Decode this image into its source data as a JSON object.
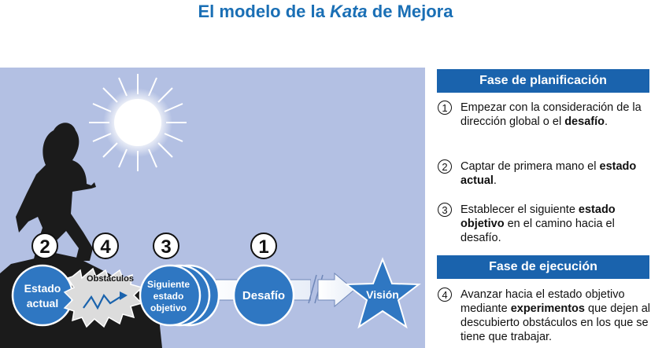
{
  "title": {
    "before": "El modelo de la ",
    "italic": "Kata",
    "after": " de Mejora"
  },
  "diagram": {
    "badges": {
      "n2": "2",
      "n4": "4",
      "n3": "3",
      "n1": "1"
    },
    "estado_actual": {
      "line1": "Estado",
      "line2": "actual"
    },
    "obstaculos": "Obstáculos",
    "siguiente": {
      "line1": "Siguiente",
      "line2": "estado",
      "line3": "objetivo"
    },
    "desafio": "Desafío",
    "vision": "Visión"
  },
  "planning": {
    "header": "Fase de planificación",
    "step1": {
      "num": "1",
      "a": "Empezar con la consideración de la dirección global o el ",
      "b": "desafío",
      "c": "."
    },
    "step2": {
      "num": "2",
      "a": "Captar de primera mano el ",
      "b": "estado actual",
      "c": "."
    },
    "step3": {
      "num": "3",
      "a": "Establecer el siguiente ",
      "b": "estado objetivo",
      "c": " en el camino hacia el desafío."
    }
  },
  "execution": {
    "header": "Fase de ejecución",
    "step4": {
      "num": "4",
      "a": "Avanzar hacia el estado objetivo mediante ",
      "b": "experimentos",
      "c": " que dejen al descubierto obstáculos en los que se tiene que trabajar."
    }
  },
  "colors": {
    "title": "#1a6fb5",
    "sky": "#b3c0e3",
    "circle_fill": "#2f77c2",
    "header_fill": "#1a63ad",
    "silhouette": "#1b1b1b"
  }
}
